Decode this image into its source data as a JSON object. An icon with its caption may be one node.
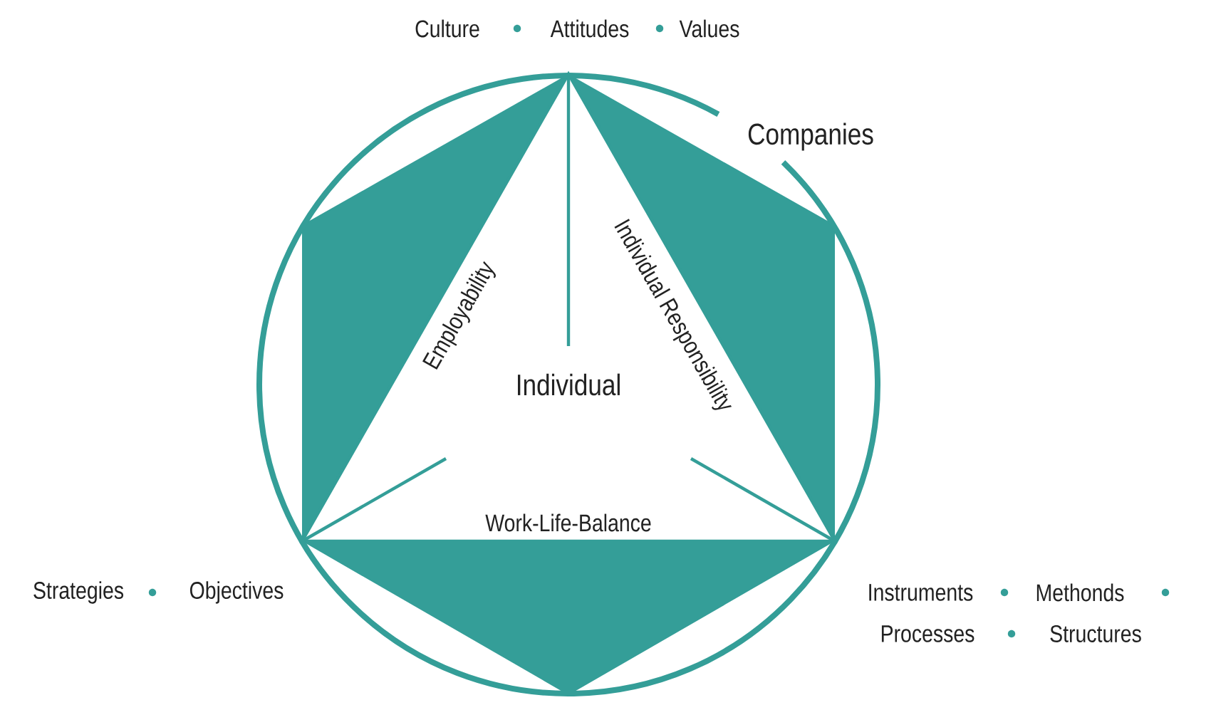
{
  "diagram": {
    "labels": [
      "Culture",
      "Attitudes",
      "Values",
      "Companies",
      "Employability",
      "Individual Responsibility",
      "Individual",
      "Work-Life-Balance",
      "Strategies",
      "Objectives",
      "Instruments",
      "Methonds",
      "Processes",
      "Structures"
    ]
  }
}
